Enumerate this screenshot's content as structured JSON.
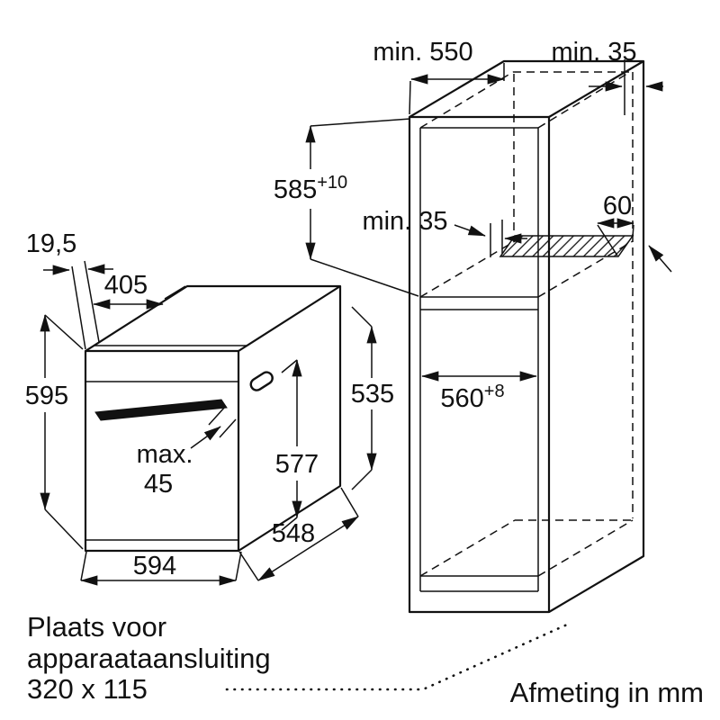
{
  "oven": {
    "gap": "19,5",
    "top_depth": "405",
    "height": "595",
    "handle_max": "max.",
    "handle_value": "45",
    "body_height": "577",
    "rear_height": "535",
    "width": "594",
    "depth": "548"
  },
  "cabinet": {
    "top_depth": "min. 550",
    "wall_gap": "min. 35",
    "niche_height": "585",
    "niche_height_tol": "+10",
    "back_gap": "min. 35",
    "vent_depth": "60",
    "niche_width": "560",
    "niche_width_tol": "+8"
  },
  "notes": {
    "line1": "Plaats voor",
    "line2": "apparaataansluiting",
    "line3": "320 x 115",
    "units": "Afmeting in mm"
  },
  "colors": {
    "line": "#111111",
    "background": "#ffffff"
  }
}
